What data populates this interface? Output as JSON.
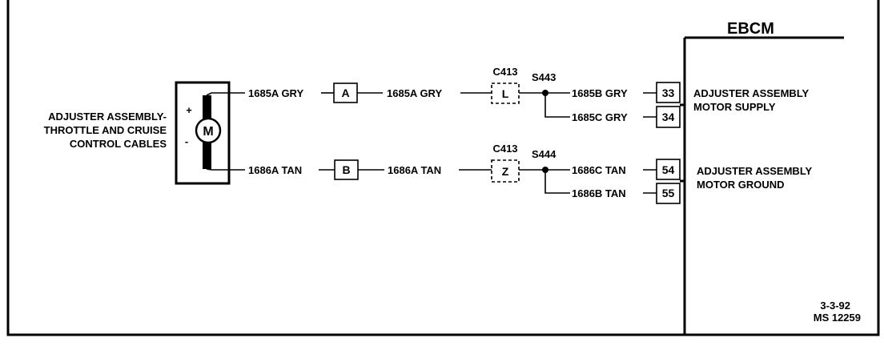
{
  "diagram": {
    "module_name": "EBCM",
    "device_label": {
      "line1": "ADJUSTER ASSEMBLY-",
      "line2": "THROTTLE AND CRUISE",
      "line3": "CONTROL CABLES"
    },
    "motor": {
      "symbol": "M",
      "plus": "+",
      "minus": "-"
    },
    "supply_circuit": {
      "wire_motor_side": "1685A GRY",
      "inline_connector": "A",
      "wire_mid": "1685A GRY",
      "connector_name": "C413",
      "connector_pin": "L",
      "splice": "S443",
      "branch_1_wire": "1685B GRY",
      "branch_1_pin": "33",
      "branch_2_wire": "1685C GRY",
      "branch_2_pin": "34",
      "function_line1": "ADJUSTER ASSEMBLY",
      "function_line2": "MOTOR SUPPLY"
    },
    "ground_circuit": {
      "wire_motor_side": "1686A TAN",
      "inline_connector": "B",
      "wire_mid": "1686A TAN",
      "connector_name": "C413",
      "connector_pin": "Z",
      "splice": "S444",
      "branch_1_wire": "1686C TAN",
      "branch_1_pin": "54",
      "branch_2_wire": "1686B TAN",
      "branch_2_pin": "55",
      "function_line1": "ADJUSTER ASSEMBLY",
      "function_line2": "MOTOR GROUND"
    },
    "footer": {
      "date": "3-3-92",
      "code": "MS 12259"
    }
  }
}
